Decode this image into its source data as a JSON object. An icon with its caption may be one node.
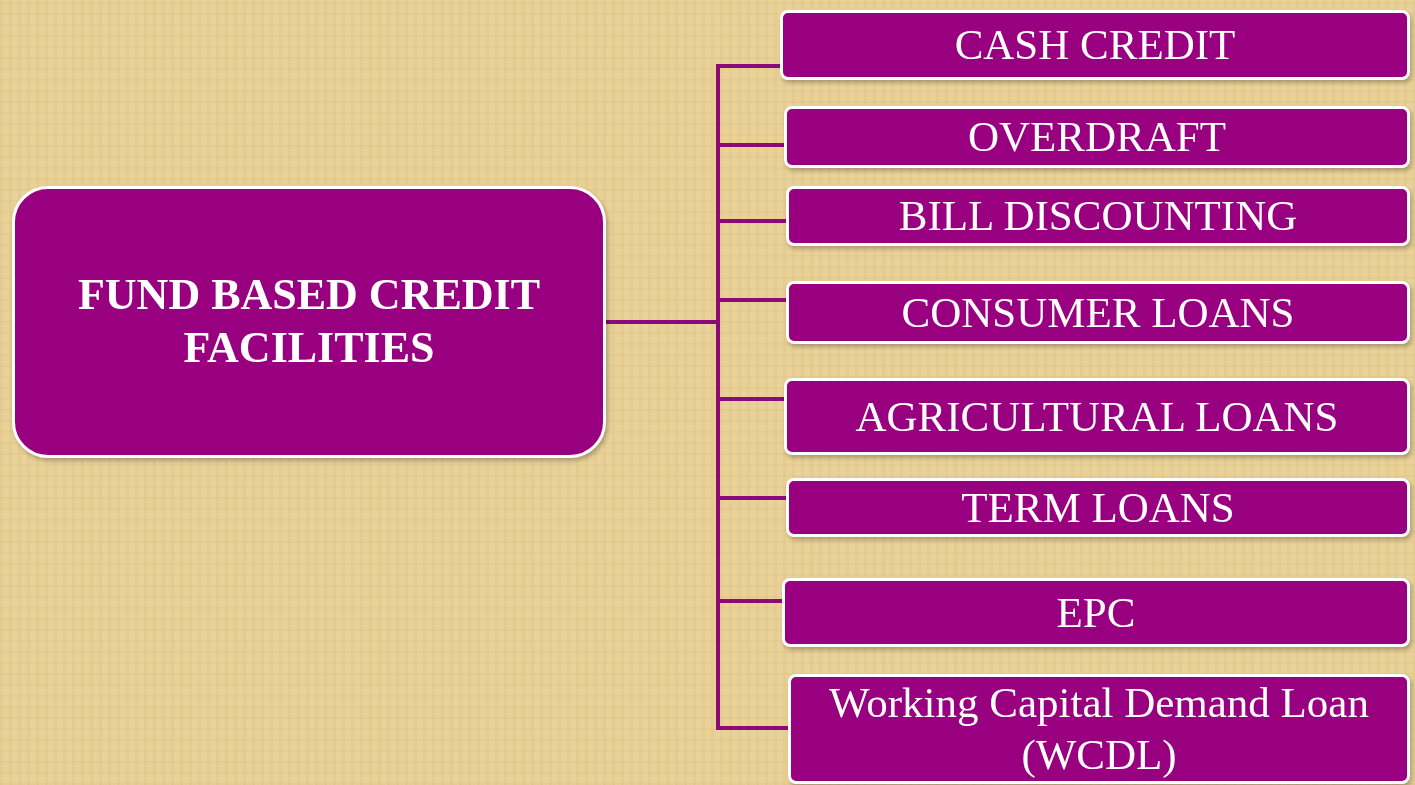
{
  "diagram": {
    "nodes": [
      {
        "text": [
          "FUND BASED CREDIT FACILITIES"
        ]
      },
      {
        "text": [
          "CASH CREDIT"
        ]
      },
      {
        "text": [
          "OVERDRAFT"
        ]
      },
      {
        "text": [
          "BILL DISCOUNTING"
        ]
      },
      {
        "text": [
          "CONSUMER LOANS"
        ]
      },
      {
        "text": [
          "AGRICULTURAL LOANS"
        ]
      },
      {
        "text": [
          "TERM LOANS"
        ]
      },
      {
        "text": [
          "EPC"
        ]
      },
      {
        "text": [
          "Working Capital Demand Loan (WCDL)"
        ]
      }
    ],
    "edges": [
      {
        "from": 0,
        "to": 1,
        "arrow": "none"
      },
      {
        "from": 0,
        "to": 2,
        "arrow": "none"
      },
      {
        "from": 0,
        "to": 3,
        "arrow": "none"
      },
      {
        "from": 0,
        "to": 4,
        "arrow": "none"
      },
      {
        "from": 0,
        "to": 5,
        "arrow": "none"
      },
      {
        "from": 0,
        "to": 6,
        "arrow": "none"
      },
      {
        "from": 0,
        "to": 7,
        "arrow": "none"
      },
      {
        "from": 0,
        "to": 8,
        "arrow": "none"
      }
    ]
  }
}
